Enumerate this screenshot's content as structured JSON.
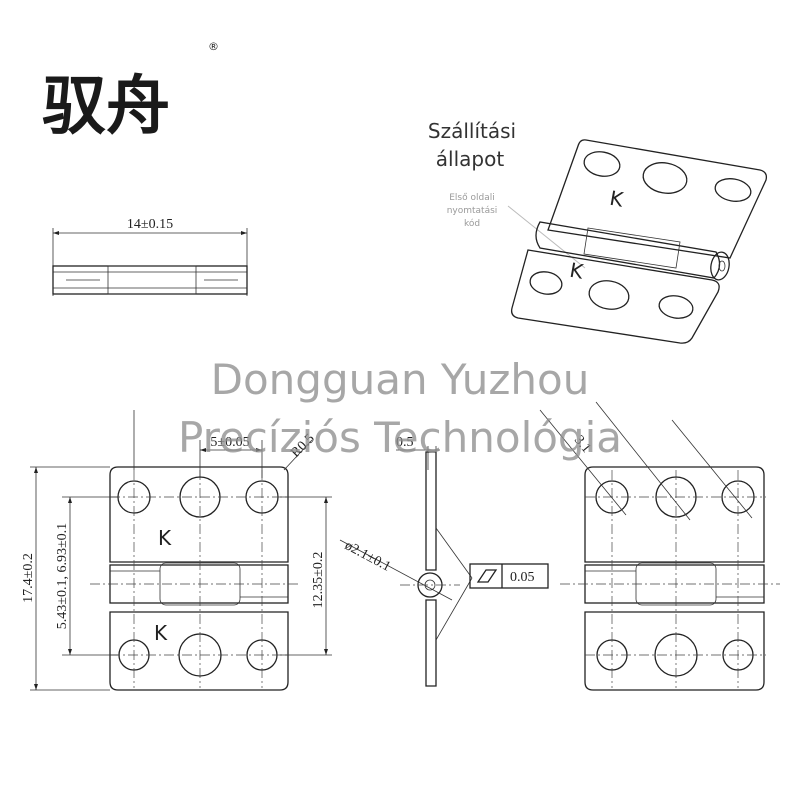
{
  "brand": {
    "logo_text": "驭舟",
    "registered_mark": "®"
  },
  "iso_view": {
    "title_line1": "Szállítási",
    "title_line2": "állapot",
    "callout_line1": "Első oldali",
    "callout_line2": "nyomtatási",
    "callout_line3": "kód",
    "mark_letter": "K"
  },
  "top_view": {
    "width_dim": "14±0.15"
  },
  "front_view": {
    "hole_pitch_dim": "5±0.05",
    "radius_dim": "R0.5",
    "height_dim": "17.4±0.2",
    "pin_height_dim": "12.35±0.2",
    "hole_offset_dim": "5.43±0.1, 6.93±0.1",
    "mark_letter": "K"
  },
  "side_view": {
    "thickness_dim": "0.5",
    "pin_dim": "ø2.1±0.1",
    "flatness_value": "0.05"
  },
  "rear_view": {
    "hole_dim": "3.1"
  },
  "watermark": {
    "line1": "Dongguan Yuzhou",
    "line2": "Precíziós Technológia"
  },
  "colors": {
    "line": "#222222",
    "watermark": "#8f8f8f"
  }
}
